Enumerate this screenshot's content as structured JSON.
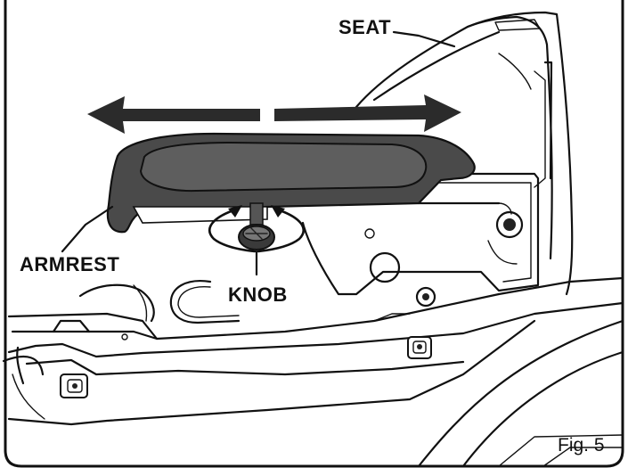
{
  "labels": {
    "seat": "SEAT",
    "armrest": "ARMREST",
    "knob": "KNOB",
    "figure": "Fig. 5"
  },
  "arrows": {
    "direction": "left-right",
    "color": "#2b2b2b"
  },
  "colors": {
    "line": "#111111",
    "armrest_fill": "#4a4a4a",
    "armrest_top": "#5a5a5a",
    "arrow_fill": "#2b2b2b",
    "background": "#ffffff"
  }
}
